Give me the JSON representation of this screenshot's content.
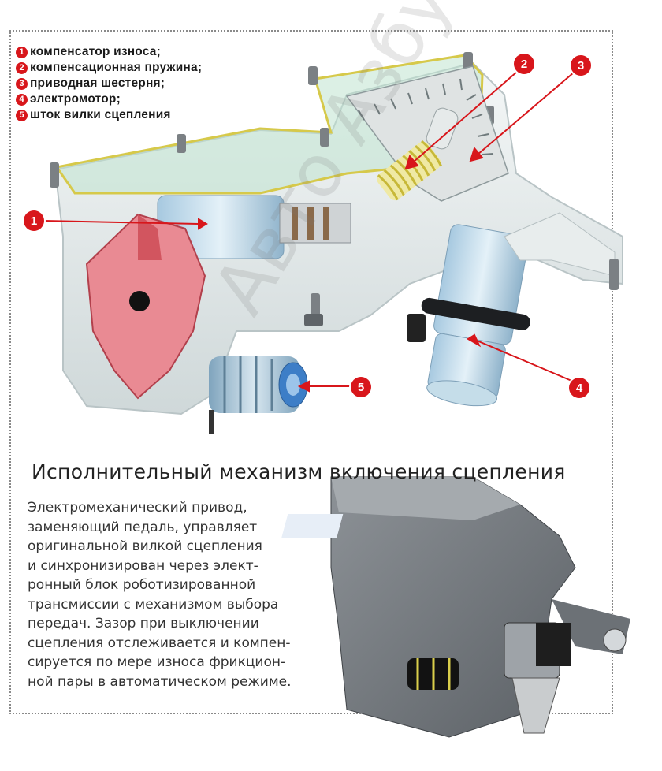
{
  "legend": [
    {
      "num": "1",
      "text": "компенсатор износа;"
    },
    {
      "num": "2",
      "text": "компенсационная пружина;"
    },
    {
      "num": "3",
      "text": "приводная шестерня;"
    },
    {
      "num": "4",
      "text": "электромотор;"
    },
    {
      "num": "5",
      "text": "шток вилки сцепления"
    }
  ],
  "callouts": [
    "1",
    "2",
    "3",
    "4",
    "5"
  ],
  "title": "Исполнительный механизм включения сцепления",
  "description_lines": [
    "Электромеханический привод,",
    "заменяющий педаль, управляет",
    "оригинальной вилкой сцепления",
    "и синхронизирован через элект-",
    "ронный блок роботизированной",
    "трансмиссии с механизмом выбора",
    "передач. Зазор при выключении",
    "сцепления отслеживается и компен-",
    "сируется по мере износа фрикцион-",
    "ной пары в автоматическом режиме."
  ],
  "watermark": "Авто Азбука",
  "colors": {
    "accent": "#d8161b",
    "housing": "#dde5e6",
    "gear": "#e8e4a0"
  }
}
